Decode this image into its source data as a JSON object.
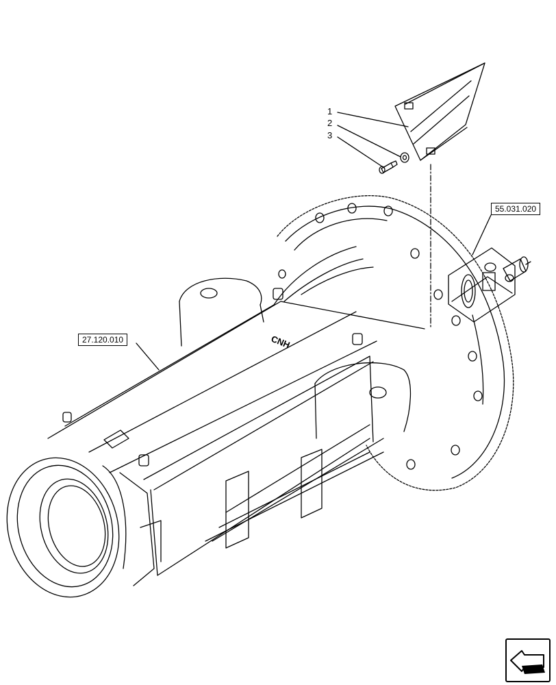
{
  "callouts": [
    {
      "id": "1",
      "label": "1"
    },
    {
      "id": "2",
      "label": "2"
    },
    {
      "id": "3",
      "label": "3"
    }
  ],
  "references": {
    "sensor_ref": "55.031.020",
    "housing_ref": "27.120.010"
  },
  "casting_mark": "CNH",
  "icons": {
    "nav": "return-arrow-icon"
  },
  "colors": {
    "line": "#000000",
    "background": "#ffffff"
  }
}
